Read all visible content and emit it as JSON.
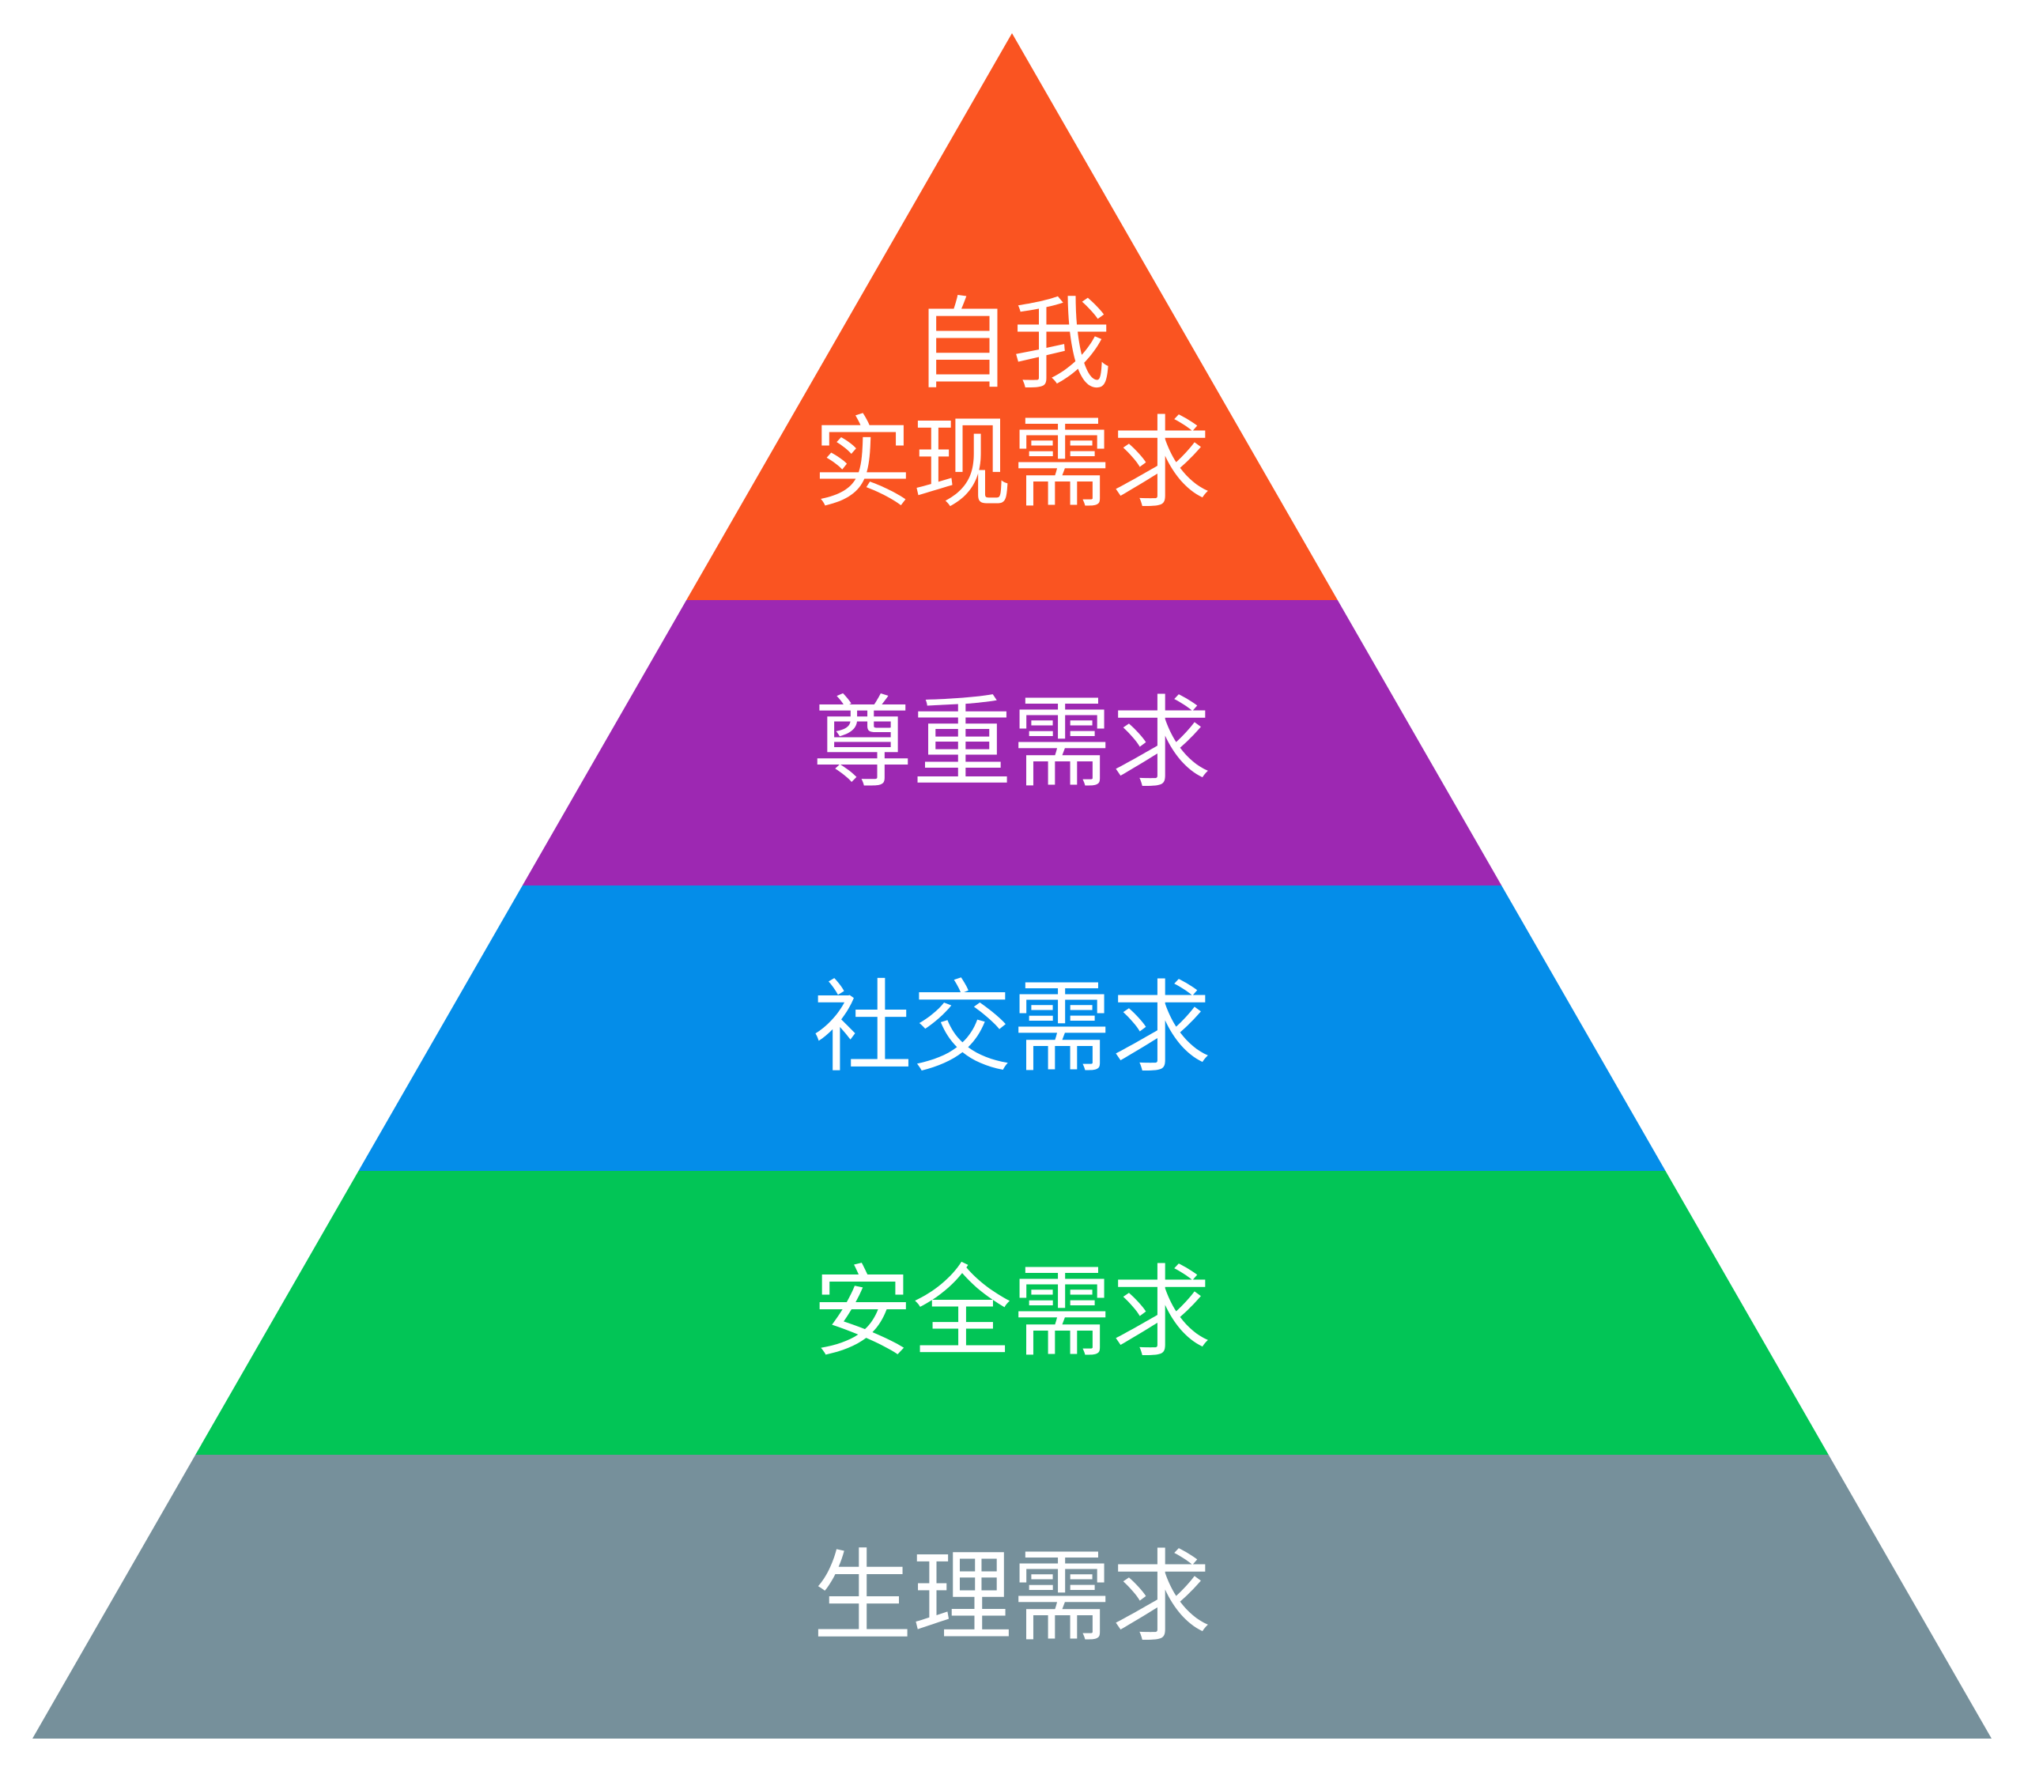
{
  "diagram": {
    "type": "pyramid",
    "background": "#FFFFFF",
    "text_color": "#FFFFFF",
    "levels": [
      {
        "id": "self-actualization",
        "label": "自我实现需求",
        "lines": [
          "自我",
          "实现需求"
        ],
        "color": "#FA5421"
      },
      {
        "id": "esteem",
        "label": "尊重需求",
        "lines": [
          "尊重需求"
        ],
        "color": "#9D28B2"
      },
      {
        "id": "social",
        "label": "社交需求",
        "lines": [
          "社交需求"
        ],
        "color": "#048DE9"
      },
      {
        "id": "safety",
        "label": "安全需求",
        "lines": [
          "安全需求"
        ],
        "color": "#02C556"
      },
      {
        "id": "physiological",
        "label": "生理需求",
        "lines": [
          "生理需求"
        ],
        "color": "#76909B"
      }
    ]
  }
}
